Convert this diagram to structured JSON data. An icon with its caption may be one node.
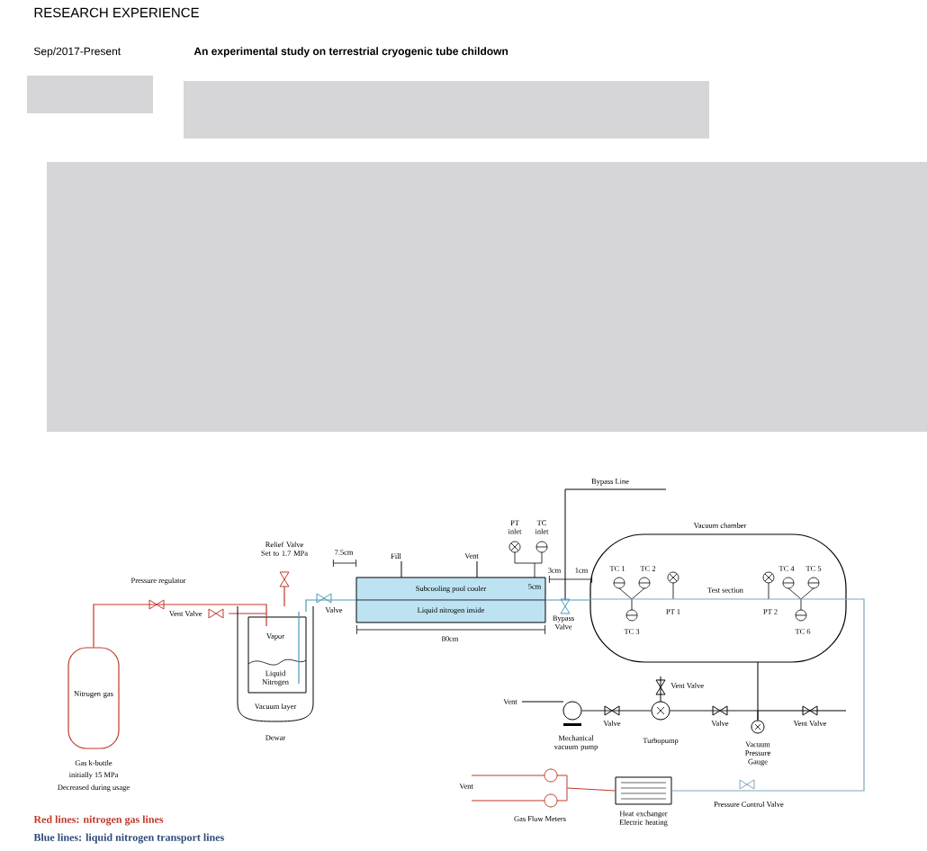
{
  "diagram": {
    "title": "An experimental study on terrestrial cryogenic tube childown",
    "nodes": [
      {
        "text": [
          "Nitrogen gas"
        ],
        "beside": [
          "Gas k-bottle",
          "initially 15 MPa",
          "Decreased during usage"
        ]
      },
      {
        "text": [
          "Vapor",
          "Liquid Nitrogen",
          "Vacuum layer"
        ],
        "beside": [
          "Dewar"
        ]
      },
      {
        "text": [
          "Subcooling pool cooler",
          "Liquid nitrogen inside"
        ]
      },
      {
        "text": [
          "Vacuum chamber",
          "Test section"
        ]
      },
      {
        "text": [
          "Mechanical vacuum pump"
        ]
      },
      {
        "text": [
          "Turbopump"
        ]
      },
      {
        "text": [
          "Vacuum Pressure Gauge"
        ]
      },
      {
        "text": [
          "Heat exchanger Electric heating"
        ]
      },
      {
        "text": [
          "Gas Flow Meters"
        ]
      }
    ],
    "edges": [
      {
        "from": 0,
        "to": 1,
        "arrow": "none",
        "color": "#c0392b"
      },
      {
        "from": 1,
        "to": 2,
        "arrow": "none",
        "color": "#4a9ab8"
      },
      {
        "from": 2,
        "to": 3,
        "arrow": "none",
        "color": "#4a9ab8"
      },
      {
        "from": 3,
        "to": 7,
        "arrow": "none",
        "color": "#7fa7b8"
      },
      {
        "from": 7,
        "to": 8,
        "arrow": "none",
        "color": "#c0392b"
      },
      {
        "from": 3,
        "to": 6,
        "arrow": "none",
        "color": "#222222"
      },
      {
        "from": 4,
        "to": 5,
        "arrow": "none",
        "color": "#222222"
      },
      {
        "from": 5,
        "to": 6,
        "arrow": "none",
        "color": "#222222"
      }
    ],
    "labels": [
      "RESEARCH EXPERIENCE",
      "Sep/2017-Present",
      "Pressure regulator",
      "Vent Valve",
      "Relief Valve Set to 1.7 MPa",
      "Valve",
      "7.5cm",
      "Fill",
      "Vent",
      "80cm",
      "PT inlet",
      "TC inlet",
      "5cm",
      "3cm",
      "1cm",
      "Bypass Line",
      "Bypass Valve",
      "TC 1",
      "TC 2",
      "PT 1",
      "TC 3",
      "PT 2",
      "TC 4",
      "TC 5",
      "TC 6",
      "Vent Valve",
      "Vent",
      "Valve",
      "Valve",
      "Vent Valve",
      "Vent",
      "Pressure Control Valve"
    ],
    "legend": [
      {
        "text": "Red lines: nitrogen gas lines",
        "color": "#c0392b"
      },
      {
        "text": "Blue lines: liquid nitrogen transport lines",
        "color": "#2c4a7a"
      }
    ]
  }
}
